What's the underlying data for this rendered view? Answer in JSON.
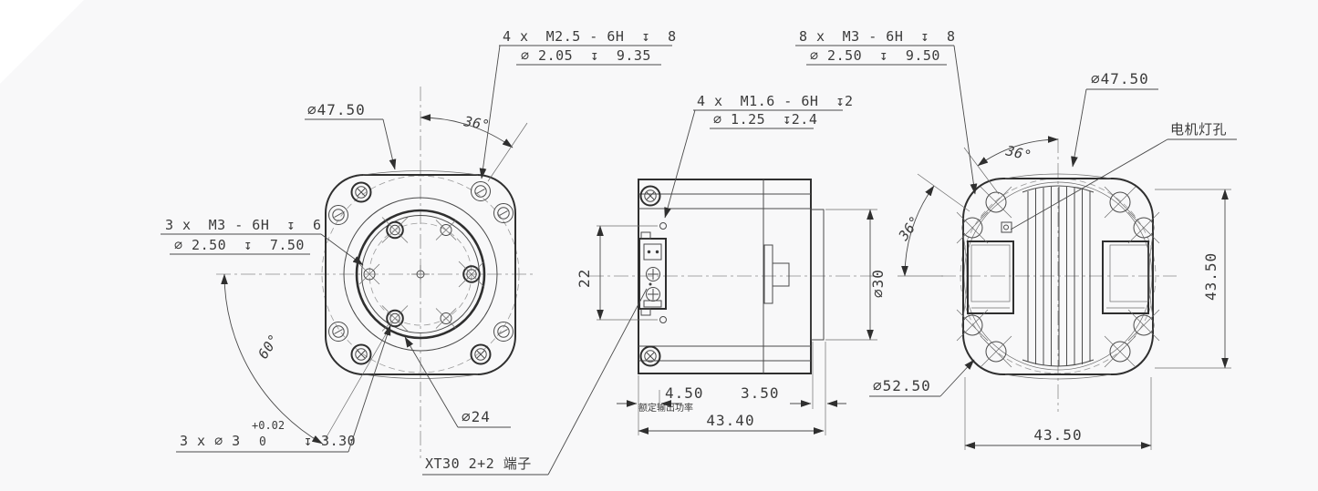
{
  "sheet": {
    "bg": "#f8f8f9",
    "ink": "#3b3b3b",
    "line": "#4a4a4a"
  },
  "notes": {
    "m25": {
      "l1": "4 x  M2.5 - 6H  ↧  8",
      "l2": "⌀ 2.05  ↧  9.35"
    },
    "m3_8": {
      "l1": "8 x  M3 - 6H  ↧  8",
      "l2": "⌀ 2.50  ↧  9.50"
    },
    "m16": {
      "l1": "4 x  M1.6 - 6H  ↧2",
      "l2": "⌀ 1.25  ↧2.4"
    },
    "m3_3": {
      "l1": "3 x  M3 - 6H  ↧  6",
      "l2": "⌀ 2.50  ↧  7.50"
    },
    "hole3": {
      "prefix": "3 x ⌀ 3",
      "tol_top": "+0.02",
      "tol_bot": "0",
      "suffix": "↧ 3.30"
    },
    "d24": "⌀24",
    "d47_front": "⌀47.50",
    "d47_back": "⌀47.50",
    "d52": "⌀52.50",
    "xt30": "XT30 2+2 端子",
    "motor_light": "电机灯孔",
    "rated": "额定输出功率"
  },
  "angles": {
    "front_top": "36°",
    "front_left": "60°",
    "back_top": "36°",
    "back_left": "36°"
  },
  "dims": {
    "d22": "22",
    "d30": "⌀30",
    "d450": "4.50",
    "d350": "3.50",
    "d4340": "43.40",
    "d4350_bottom": "43.50",
    "d4350_right": "43.50"
  }
}
